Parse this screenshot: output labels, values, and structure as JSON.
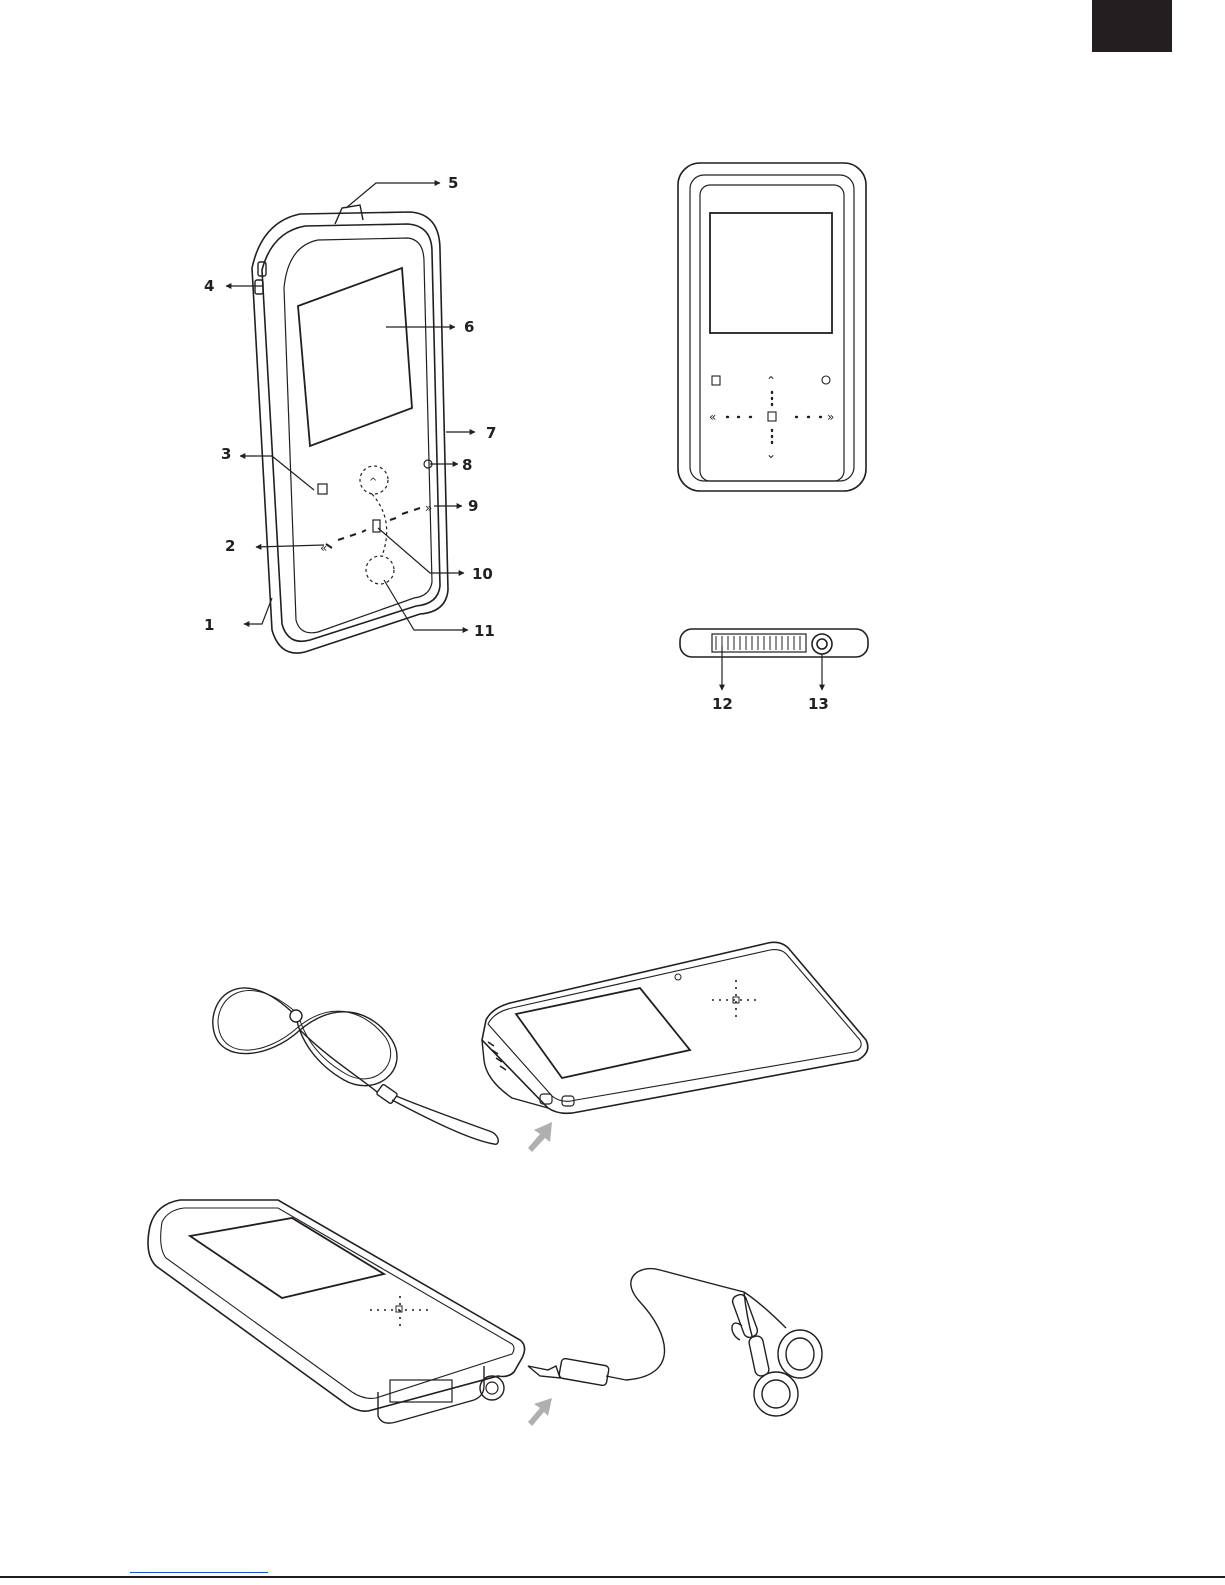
{
  "colors": {
    "ink": "#231f20",
    "arrow": "#9e9e9e",
    "tab": "#231f20",
    "link": "#1a4fd1"
  },
  "figures": {
    "front_view": {
      "callouts": [
        "1",
        "2",
        "3",
        "4",
        "5",
        "6",
        "7",
        "8",
        "9",
        "10",
        "11"
      ]
    },
    "bottom_view": {
      "callouts": [
        "12",
        "13"
      ]
    },
    "lanyard_step": {
      "icon": "insert-arrow-icon"
    },
    "earphone_step": {
      "icon": "insert-arrow-icon"
    }
  }
}
